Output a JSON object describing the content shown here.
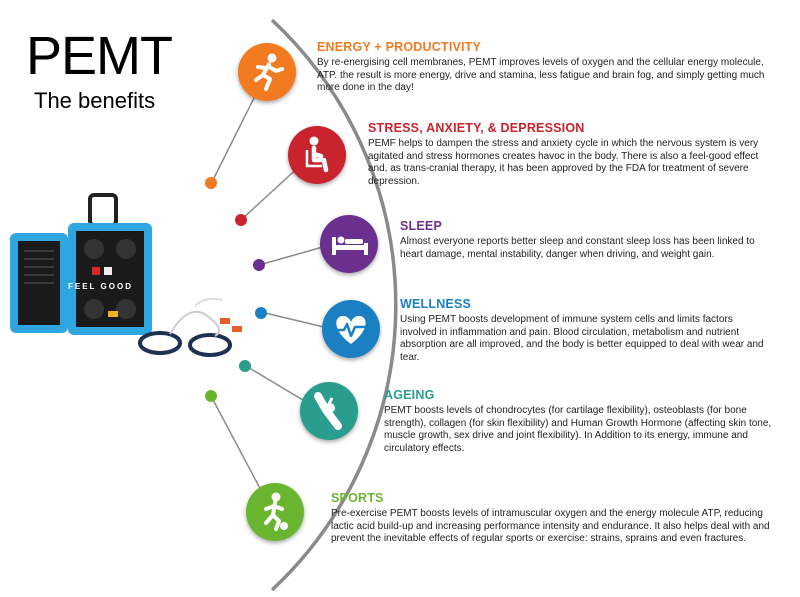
{
  "header": {
    "title": "PEMT",
    "subtitle": "The benefits"
  },
  "device": {
    "brand_text": "FEEL GOOD",
    "icon": "pemf-device-case"
  },
  "colors": {
    "energy": "#f27a21",
    "stress": "#c9232e",
    "sleep": "#6b2f8f",
    "wellness": "#1b7fc4",
    "ageing": "#2a9d8f",
    "sports": "#6ab530",
    "arc": "#8a8a8a"
  },
  "benefits": [
    {
      "title": "ENERGY + PRODUCTIVITY",
      "icon": "running-person-icon",
      "text": "By re-energising cell membranes, PEMT improves levels of oxygen and the cellular energy molecule, ATP. the result is more energy, drive and stamina, less fatigue and brain fog, and simply getting much more done in the day!"
    },
    {
      "title": "STRESS, ANXIETY, & DEPRESSION",
      "icon": "seated-person-icon",
      "text": "PEMF helps to dampen the stress and anxiety cycle in which the nervous system is very agitated and stress hormones creates havoc in the body. There is also a feel-good effect and, as trans-cranial therapy, it has been approved by the FDA for treatment of severe depression."
    },
    {
      "title": "SLEEP",
      "icon": "bed-icon",
      "text": "Almost everyone reports better sleep and constant sleep loss has been linked to heart damage, mental instability, danger when driving, and weight gain."
    },
    {
      "title": "WELLNESS",
      "icon": "heartbeat-icon",
      "text": "Using PEMT boosts development of immune system cells and limits factors involved in inflammation and pain. Blood circulation, metabolism and nutrient absorption are all improved, and the body is better equipped to deal with wear and tear."
    },
    {
      "title": "AGEING",
      "icon": "knee-joint-icon",
      "text": "PEMT boosts levels of chondrocytes (for cartilage flexibility), osteoblasts (for bone strength), collagen (for skin flexibility) and Human Growth Hormone (affecting skin tone, muscle growth, sex drive and joint flexibility). In Addition to its energy, immune and circulatory effects."
    },
    {
      "title": "SPORTS",
      "icon": "soccer-player-icon",
      "text": "Pre-exercise PEMT boosts levels of intramuscular oxygen and the energy molecule ATP, reducing lactic acid build-up and increasing performance intensity and endurance. It also helps deal with and prevent the inevitable effects of regular sports or exercise: strains, sprains and even fractures."
    }
  ]
}
